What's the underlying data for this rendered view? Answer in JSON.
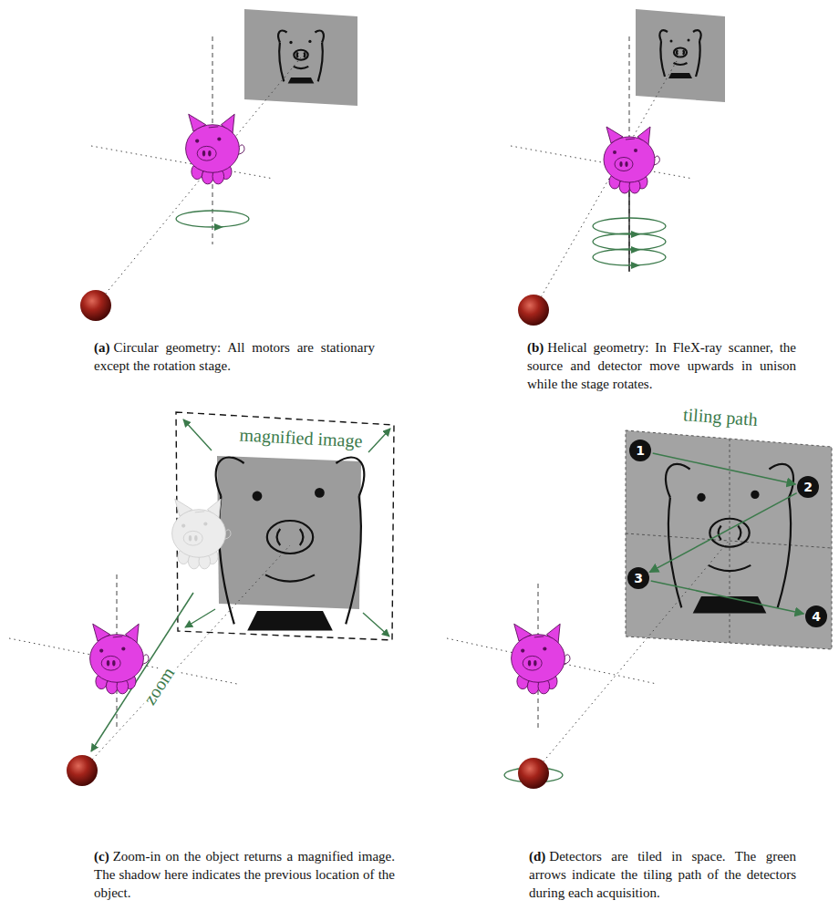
{
  "diagram": {
    "nodes": [
      {
        "text": [
          "1"
        ]
      },
      {
        "text": [
          "2"
        ]
      },
      {
        "text": [
          "3"
        ]
      },
      {
        "text": [
          "4"
        ]
      }
    ],
    "edges": [
      {
        "from": 0,
        "to": 1,
        "arrow": "to"
      },
      {
        "from": 1,
        "to": 2,
        "arrow": "to"
      },
      {
        "from": 2,
        "to": 3,
        "arrow": "to"
      }
    ],
    "labels": [
      "(a)",
      "Circular geometry: All motors are stationary except the rotation stage.",
      "(b)",
      "Helical geometry: In FleX-ray scanner, the source and detector move upwards in unison while the stage rotates.",
      "(c)",
      "Zoom-in on the object returns a magnified image. The shadow here indicates the previous location of the object.",
      "(d)",
      "Detectors are tiled in space. The green arrows indicate the tiling path of the detectors during each acquisition.",
      "magnified image",
      "zoom",
      "tiling path"
    ]
  }
}
